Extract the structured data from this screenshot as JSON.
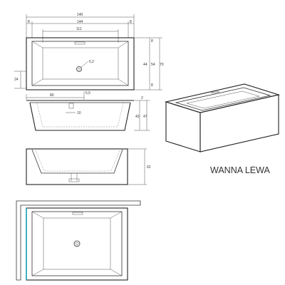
{
  "title": "WANNA LEWA",
  "dimensions": {
    "overall_length": "140",
    "inner_length": "144",
    "bottom_length": "111",
    "left_offset": "8",
    "right_offset": "8",
    "drain_diameter": "5,2",
    "top_rim": "8",
    "inner_width": "54",
    "overall_width": "70",
    "inner_width_2": "44",
    "bottom_rim": "8",
    "left_depth": "24",
    "side_length": "80",
    "side_height": "5,5",
    "drain_offset": "10",
    "rim_thickness": "2",
    "depth_1": "43",
    "depth_2": "47",
    "total_height": "62"
  },
  "colors": {
    "line": "#333333",
    "accent_side": "#1aa3b8"
  }
}
